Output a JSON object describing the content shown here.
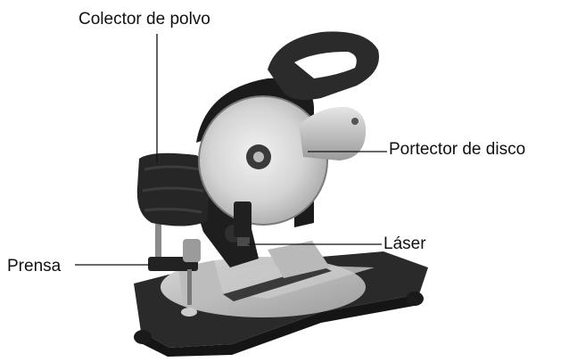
{
  "labels": {
    "dust_collector": "Colector de polvo",
    "blade_guard": "Portector de disco",
    "laser": "Láser",
    "clamp": "Prensa"
  }
}
